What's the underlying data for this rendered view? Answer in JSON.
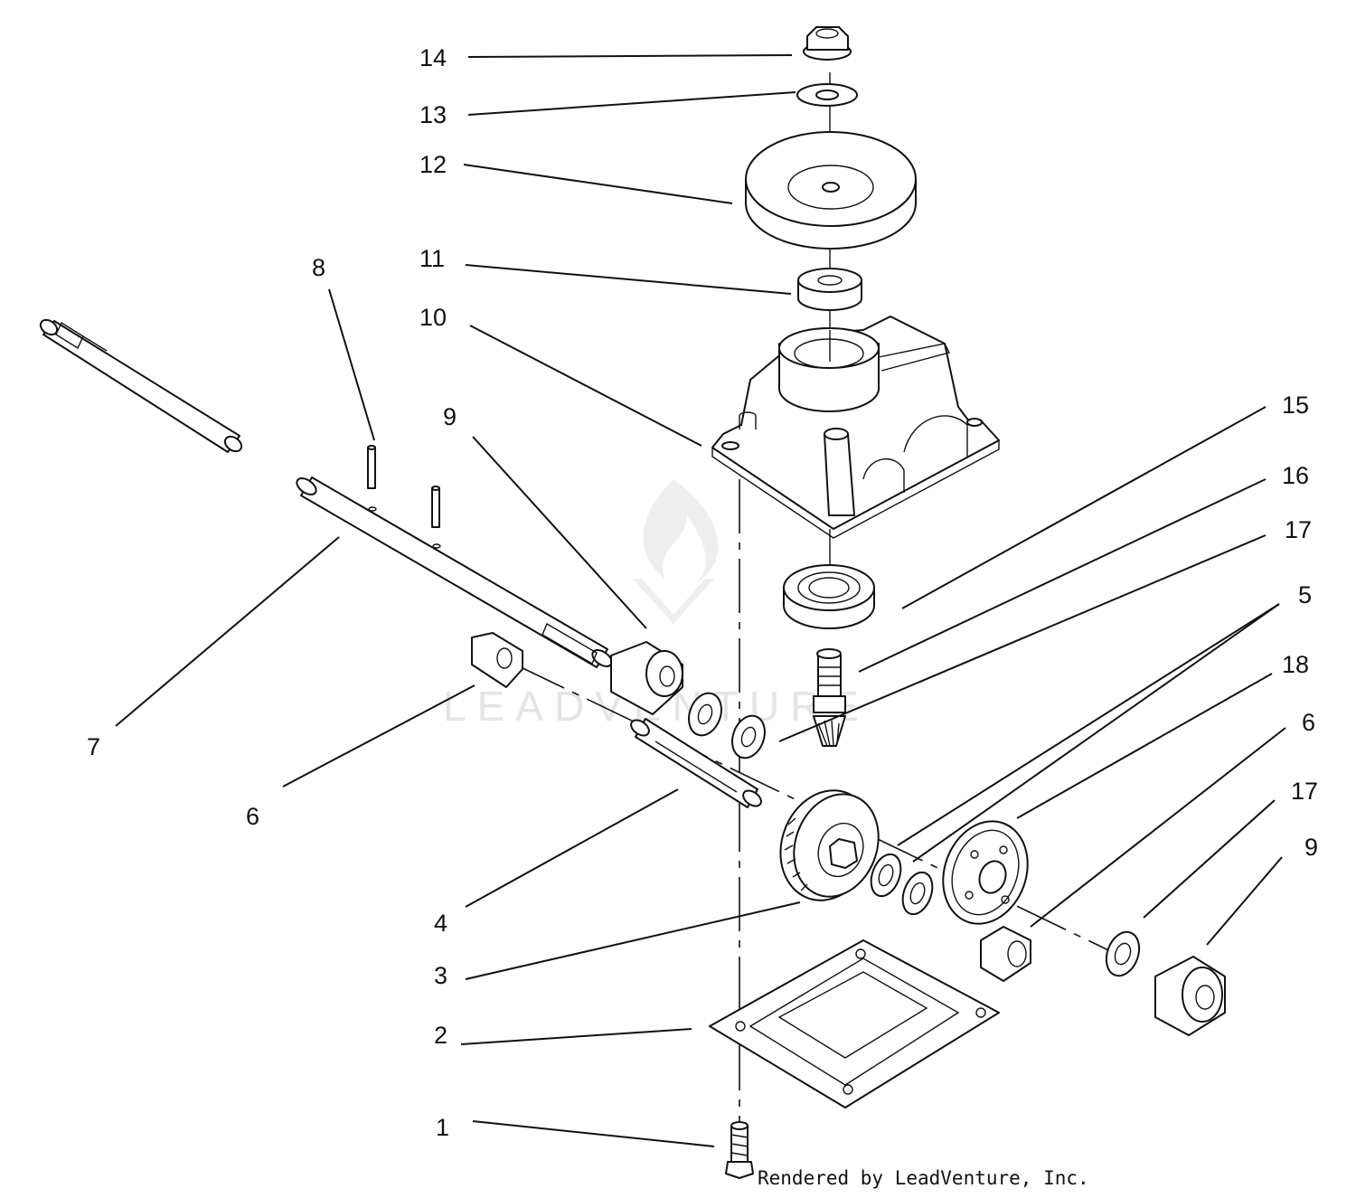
{
  "callouts": [
    {
      "id": "c14",
      "label": "14"
    },
    {
      "id": "c13",
      "label": "13"
    },
    {
      "id": "c12",
      "label": "12"
    },
    {
      "id": "c11",
      "label": "11"
    },
    {
      "id": "c10",
      "label": "10"
    },
    {
      "id": "c8",
      "label": "8"
    },
    {
      "id": "c9a",
      "label": "9"
    },
    {
      "id": "c15",
      "label": "15"
    },
    {
      "id": "c16",
      "label": "16"
    },
    {
      "id": "c17a",
      "label": "17"
    },
    {
      "id": "c5",
      "label": "5"
    },
    {
      "id": "c18",
      "label": "18"
    },
    {
      "id": "c6b",
      "label": "6"
    },
    {
      "id": "c17b",
      "label": "17"
    },
    {
      "id": "c9b",
      "label": "9"
    },
    {
      "id": "c7",
      "label": "7"
    },
    {
      "id": "c6a",
      "label": "6"
    },
    {
      "id": "c4",
      "label": "4"
    },
    {
      "id": "c3",
      "label": "3"
    },
    {
      "id": "c2",
      "label": "2"
    },
    {
      "id": "c1",
      "label": "1"
    }
  ],
  "watermark": "LEADVENTURE",
  "credit": "Rendered by LeadVenture, Inc."
}
